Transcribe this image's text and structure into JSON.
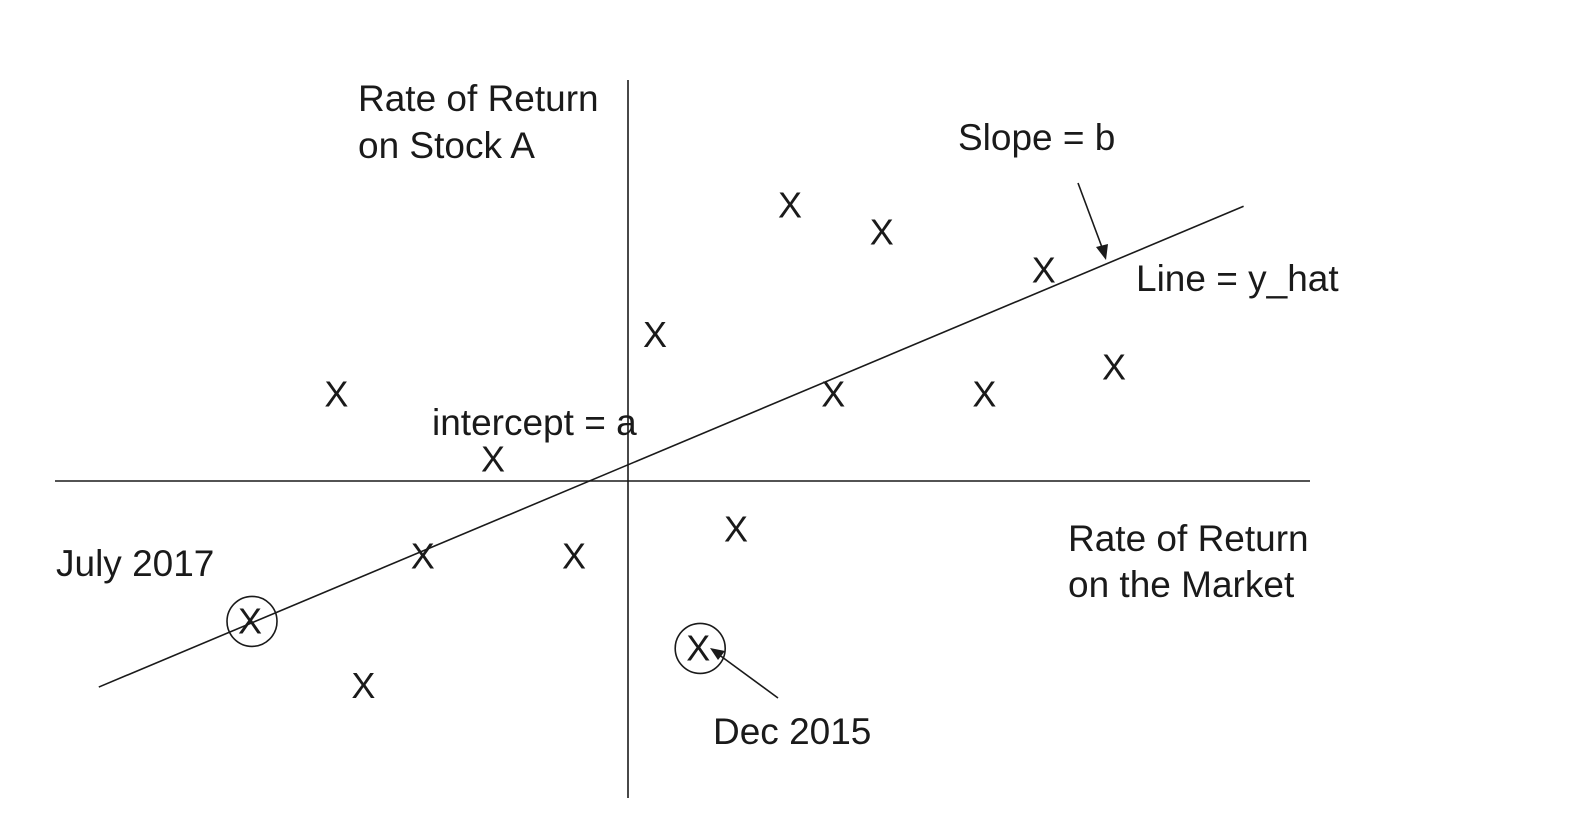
{
  "labels": {
    "y_axis_line1": "Rate of Return",
    "y_axis_line2": "on Stock A",
    "x_axis_line1": "Rate of Return",
    "x_axis_line2": "on the Market",
    "slope": "Slope = b",
    "line": "Line = y_hat",
    "intercept": "intercept = a",
    "july": "July 2017",
    "dec": "Dec 2015"
  },
  "marker_glyph": "X",
  "points": [
    {
      "x": -5.4,
      "y": 1.6
    },
    {
      "x": -2.5,
      "y": 0.4
    },
    {
      "x": -3.8,
      "y": -1.4
    },
    {
      "x": -1.0,
      "y": -1.4
    },
    {
      "x": -7.0,
      "y": -2.6,
      "circled": true
    },
    {
      "x": -4.9,
      "y": -3.8
    },
    {
      "x": 0.5,
      "y": 2.7
    },
    {
      "x": 3.0,
      "y": 5.1
    },
    {
      "x": 4.7,
      "y": 4.6
    },
    {
      "x": 7.7,
      "y": 3.9
    },
    {
      "x": 3.8,
      "y": 1.6
    },
    {
      "x": 6.6,
      "y": 1.6
    },
    {
      "x": 9.0,
      "y": 2.1
    },
    {
      "x": 2.0,
      "y": -0.9
    },
    {
      "x": 1.3,
      "y": -3.1,
      "circled": true
    }
  ],
  "line": {
    "intercept": 0.3,
    "slope": 0.42
  }
}
